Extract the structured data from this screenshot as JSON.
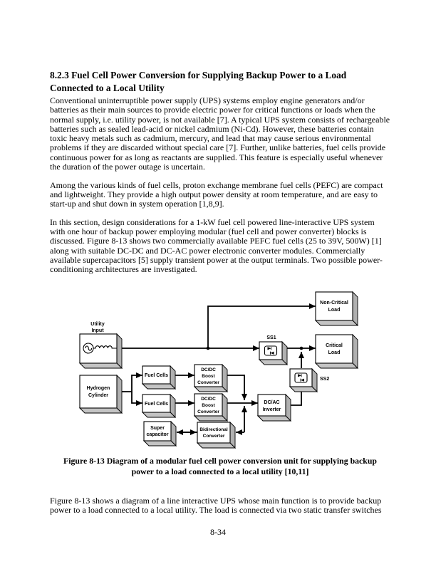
{
  "page": {
    "heading_lines": [
      "8.2.3 Fuel Cell Power Conversion for Supplying Backup Power to a Load",
      "Connected to a Local Utility"
    ],
    "paragraphs": [
      "Conventional uninterruptible power supply (UPS) systems employ engine generators and/or batteries as their main sources to provide electric power for critical functions or loads when the normal supply, i.e. utility power, is not available [7]. A typical UPS system consists of rechargeable batteries such as sealed lead-acid or nickel cadmium (Ni-Cd). However, these batteries contain toxic heavy metals such as cadmium, mercury, and lead that may cause serious environmental problems if they are discarded without special care [7]. Further, unlike batteries, fuel cells provide continuous power for as long as reactants are supplied. This feature is especially useful whenever the duration of the power outage is uncertain.",
      "Among the various kinds of fuel cells, proton exchange membrane fuel cells (PEFC) are compact and lightweight. They provide a high output power density at room temperature, and are easy to start-up and shut down in system operation [1,8,9].",
      "In this section, design considerations for a 1-kW fuel cell powered line-interactive UPS system with one hour of backup power employing modular (fuel cell and power converter) blocks is discussed. Figure 8-13 shows two commercially available PEFC fuel cells (25 to 39V, 500W) [1] along with suitable DC-DC and DC-AC power electronic converter modules. Commercially available supercapacitors [5] supply transient power at the output terminals. Two possible power-conditioning architectures are investigated."
    ],
    "closing_paragraph": "Figure 8-13 shows a diagram of a line interactive UPS whose main function is to provide backup power to a load connected to a local utility. The load is connected via two static transfer switches",
    "page_number": "8-34"
  },
  "figure": {
    "caption_lines": [
      "Figure 8-13 Diagram of a modular fuel cell power conversion unit for supplying backup",
      "power to a load connected to a local utility [10,11]"
    ],
    "labels": {
      "utility_input": [
        "Utility",
        "Input"
      ],
      "ss1": "SS1",
      "ss2": "SS2"
    },
    "boxes": {
      "non_critical_load": [
        "Non-Critical",
        "Load"
      ],
      "critical_load": [
        "Critical",
        "Load"
      ],
      "hydrogen_cylinder": [
        "Hydrogen",
        "Cylinder"
      ],
      "fuel_cells_1": "Fuel Cells",
      "fuel_cells_2": "Fuel Cells",
      "dcdc_boost_1": [
        "DC/DC",
        "Boost",
        "Converter"
      ],
      "dcdc_boost_2": [
        "DC/DC",
        "Boost",
        "Converter"
      ],
      "dcac_inverter": [
        "DC/AC",
        "Inverter"
      ],
      "supercapacitor": [
        "Super",
        "capacitor"
      ],
      "bidirectional_converter": [
        "Bidirectional",
        "Converter"
      ]
    },
    "icons": {
      "ac_source": "circle-with-sine-wave",
      "inductor": "coil",
      "static_switch": "anti-parallel-thyristor-pair"
    },
    "colors": {
      "box_face": "#ffffff",
      "box_shadow_right": "#b0b0b0",
      "box_shadow_bottom": "#c4c4c4",
      "line": "#000000"
    }
  }
}
